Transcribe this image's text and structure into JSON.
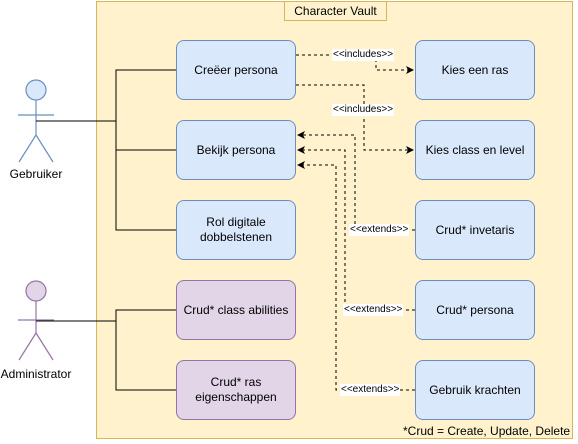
{
  "system": {
    "title": "Character Vault"
  },
  "actors": [
    {
      "label": "Gebruiker",
      "color": "#dae8fc",
      "stroke": "#6c8ebf"
    },
    {
      "label": "Administrator",
      "color": "#e1d5e7",
      "stroke": "#9673a6"
    }
  ],
  "use_cases": {
    "creeer_persona": "Creëer persona",
    "bekijk_persona": "Bekijk persona",
    "rol_dobbelstenen": "Rol digitale\ndobbelstenen",
    "crud_class_abilities": "Crud* class abilities",
    "crud_ras": "Crud* ras\neigenschappen",
    "kies_ras": "Kies een ras",
    "kies_class": "Kies class en level",
    "crud_invetaris": "Crud* invetaris",
    "crud_persona": "Crud* persona",
    "gebruik_krachten": "Gebruik krachten"
  },
  "relations": {
    "includes_1": "<<includes>>",
    "includes_2": "<<includes>>",
    "extends_1": "<<extends>>",
    "extends_2": "<<extends>>",
    "extends_3": "<<extends>>"
  },
  "footnote": "*Crud = Create, Update, Delete",
  "colors": {
    "user_fill": "#dae8fc",
    "admin_fill": "#e1d5e7",
    "system_fill": "#fff2cc"
  }
}
